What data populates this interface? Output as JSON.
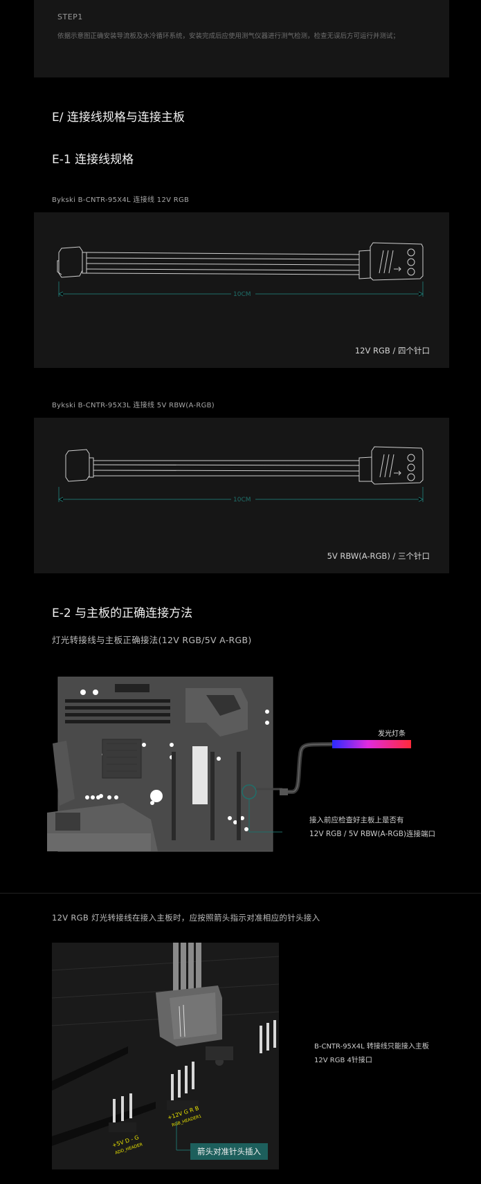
{
  "step": {
    "title": "STEP1",
    "desc": "依据示意图正确安装导流板及水冷循环系统，安装完成后应使用测气仪器进行测气检测，检查无误后方可运行并测试；"
  },
  "section_e": {
    "title": "E/ 连接线规格与连接主板"
  },
  "e1": {
    "title": "E-1 连接线规格",
    "cable1": {
      "caption": "Bykski B-CNTR-95X4L 连接线 12V RGB",
      "length": "10CM",
      "spec": "12V RGB / 四个针口"
    },
    "cable2": {
      "caption": "Bykski B-CNTR-95X3L 连接线 5V RBW(A-RGB)",
      "length": "10CM",
      "spec": "5V RBW(A-RGB) / 三个针口"
    }
  },
  "e2": {
    "title": "E-2 与主板的正确连接方法",
    "subtitle": "灯光转接线与主板正确接法(12V RGB/5V A-RGB)",
    "strip_label": "发光灯条",
    "note_line1": "接入前应检查好主板上是否有",
    "note_line2": "12V RGB / 5V RBW(A-RGB)连接端口"
  },
  "e3": {
    "instruction": "12V RGB 灯光转接线在接入主板时，应按照箭头指示对准相应的针头接入",
    "note_line1": "B-CNTR-95X4L 转接线只能接入主板",
    "note_line2": "12V RGB 4针接口",
    "arrow_tag": "箭头对准针头插入",
    "pcb_label1": "+5V D - G",
    "pcb_label2": "ADD_HEADER",
    "pcb_label3": "+12V G R B",
    "pcb_label4": "RGB_HEADER1"
  },
  "colors": {
    "accent": "#1d5f5c",
    "dimension": "#1f6f6a",
    "panel": "#161616"
  }
}
